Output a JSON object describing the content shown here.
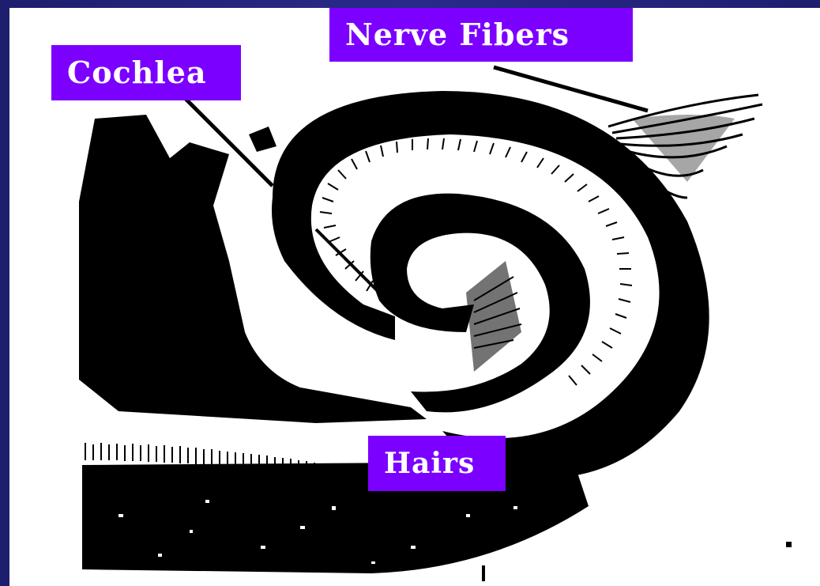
{
  "labels": {
    "cochlea": "Cochlea",
    "nerve_fibers": "Nerve Fibers",
    "hairs": "Hairs"
  },
  "colors": {
    "slide_background": "#2a2a8a",
    "label_background": "#7b00ff",
    "label_text": "#ffffff",
    "drawing_ink": "#000000"
  },
  "icons": [
    "cochlea-spiral-drawing",
    "hair-cells",
    "nerve-fiber-bundle"
  ]
}
